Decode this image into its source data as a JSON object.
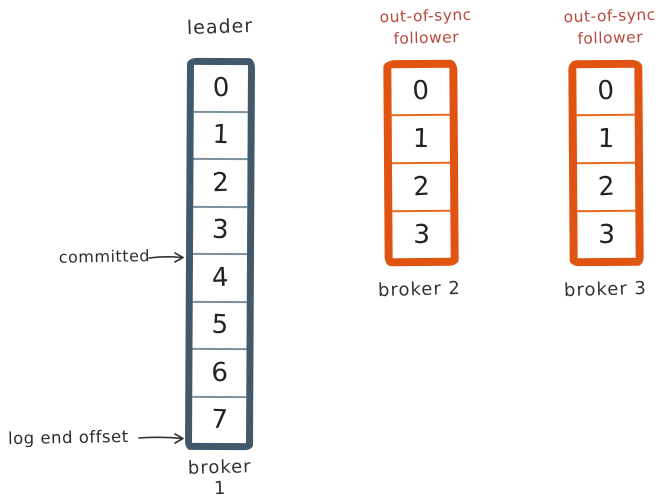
{
  "colors": {
    "leader_stroke": "#41596b",
    "leader_divider": "#7b8f9c",
    "follower_stroke": "#e05311",
    "follower_divider": "#e8681f",
    "follower_label": "#b8493d",
    "ink": "#2d2d2d",
    "arrow_ink": "#333333"
  },
  "leader": {
    "title": "leader",
    "broker": "broker 1",
    "cells": [
      "0",
      "1",
      "2",
      "3",
      "4",
      "5",
      "6",
      "7"
    ]
  },
  "followers": [
    {
      "label_line1": "out-of-sync",
      "label_line2": "follower",
      "broker": "broker 2",
      "cells": [
        "0",
        "1",
        "2",
        "3"
      ]
    },
    {
      "label_line1": "out-of-sync",
      "label_line2": "follower",
      "broker": "broker 3",
      "cells": [
        "0",
        "1",
        "2",
        "3"
      ]
    }
  ],
  "annotations": {
    "committed": "committed",
    "log_end_offset": "log end offset"
  }
}
